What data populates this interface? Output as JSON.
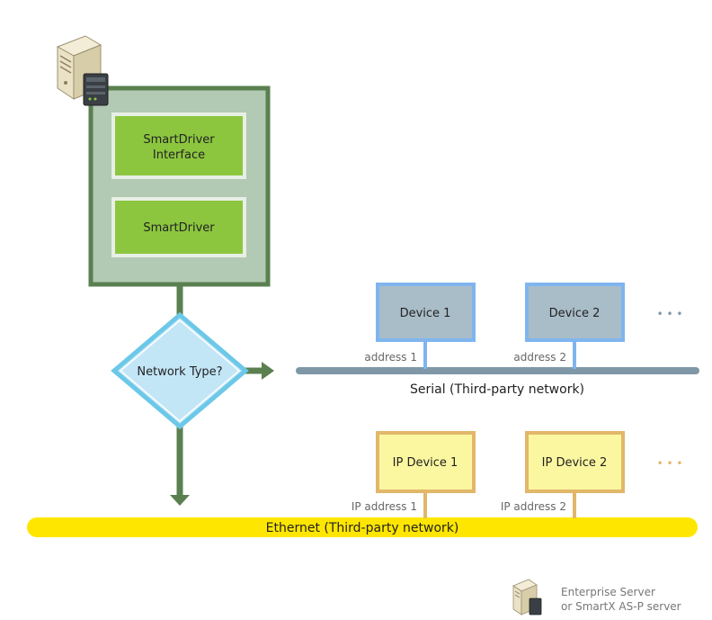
{
  "server": {
    "interface_line1": "SmartDriver",
    "interface_line2": "Interface",
    "driver": "SmartDriver"
  },
  "decision": {
    "label": "Network Type?"
  },
  "serial": {
    "network_label": "Serial (Third-party network)",
    "devices": [
      {
        "name": "Device 1",
        "address": "address 1"
      },
      {
        "name": "Device 2",
        "address": "address 2"
      }
    ],
    "more": "• • •"
  },
  "ethernet": {
    "network_label": "Ethernet (Third-party network)",
    "devices": [
      {
        "name": "IP Device 1",
        "address": "IP address 1"
      },
      {
        "name": "IP Device 2",
        "address": "IP address 2"
      }
    ],
    "more": "• • •"
  },
  "legend": {
    "line1": "Enterprise Server",
    "line2": "or SmartX AS-P server",
    "icon": "server-icon"
  },
  "colors": {
    "container_border": "#5a8050",
    "container_fill": "#b2c9b3",
    "module_fill": "#8cc63f",
    "decision_fill": "#c3e6f7",
    "decision_border": "#6cc8e8",
    "serial_bus": "#7f97a6",
    "serial_device_fill": "#a9bdc8",
    "serial_device_border": "#7fb5ef",
    "ip_device_fill": "#fbf7a0",
    "ip_device_border": "#e2b76a",
    "ethernet_bus": "#ffe600",
    "dots_serial": "#7f97a6",
    "dots_ip": "#e2b76a"
  }
}
